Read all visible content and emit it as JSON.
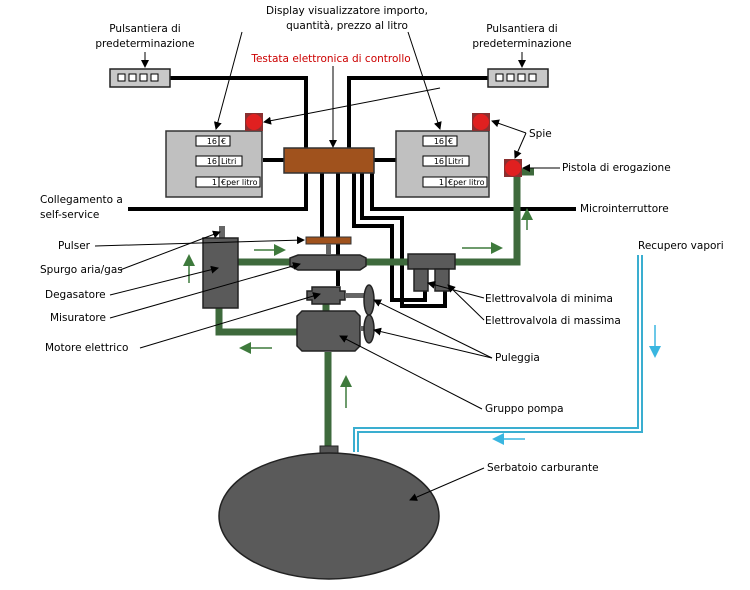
{
  "labels": {
    "display": [
      "Display visualizzatore importo,",
      "quantità, prezzo al litro"
    ],
    "head": "Testata elettronica di controllo",
    "keypad_left": [
      "Pulsantiera di",
      "predeterminazione"
    ],
    "keypad_right": [
      "Pulsantiera di",
      "predeterminazione"
    ],
    "spie": "Spie",
    "pistola": "Pistola di erogazione",
    "selfservice": [
      "Collegamento a",
      "self-service"
    ],
    "microinterruttore": "Microinterruttore",
    "recupero": "Recupero vapori",
    "pulser": "Pulser",
    "spurgo": "Spurgo aria/gas",
    "degasatore": "Degasatore",
    "misuratore": "Misuratore",
    "motore": "Motore elettrico",
    "ev_minima": "Elettrovalvola di minima",
    "ev_massima": "Elettrovalvola di massima",
    "puleggia": "Puleggia",
    "pompa": "Gruppo pompa",
    "serbatoio": "Serbatoio carburante"
  },
  "display_left": {
    "amount": "16",
    "amount_unit": "€",
    "liters": "16",
    "liters_unit": "Litri",
    "price": "1",
    "price_unit": "€per litro"
  },
  "display_right": {
    "amount": "16",
    "amount_unit": "€",
    "liters": "16",
    "liters_unit": "Litri",
    "price": "1",
    "price_unit": "€per litro"
  },
  "colors": {
    "fuel_pipe": "#3e6a3c",
    "vapor_pipe": "#3aaed0",
    "head": "#a0521d",
    "lamp": "#e02020",
    "display": "#c0c0c0"
  }
}
